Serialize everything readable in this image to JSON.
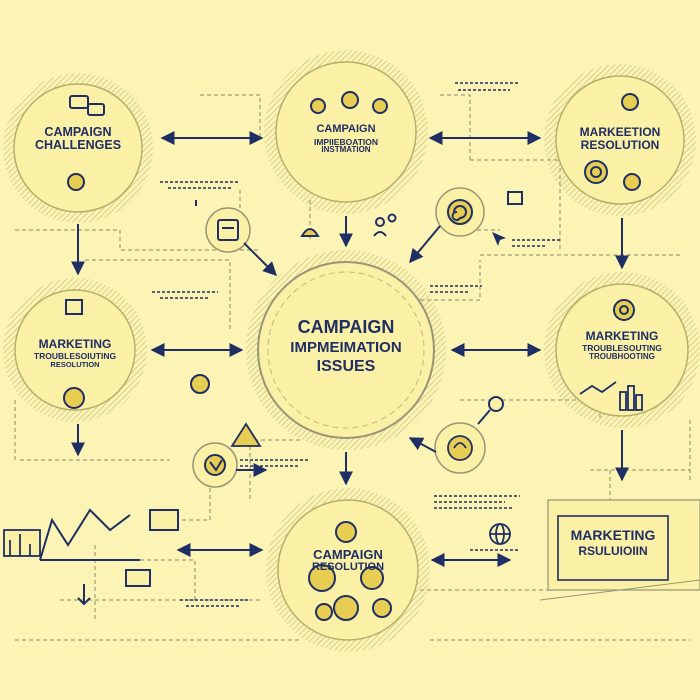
{
  "colors": {
    "background": "#fbf4b4",
    "ink": "#1f2e64",
    "circle_fill": "#fbf1a6",
    "circle_ring": "#c9c07c",
    "accent": "#e7cd52",
    "muted": "#9a9577"
  },
  "nodes": {
    "center": {
      "line1": "CAMPAIGN",
      "line2": "IMPMEIMATION",
      "line3": "ISSUES"
    },
    "top_left": {
      "line1": "CAMPAIGN",
      "line2": "CHALLENGES"
    },
    "top_center": {
      "line1": "CAMPAIGN",
      "line2": "IMPIIEBOATION",
      "line3": "INSTMATION"
    },
    "top_right": {
      "line1": "MARKEETION",
      "line2": "RESOLUTION"
    },
    "mid_left": {
      "line1": "MARKETING",
      "line2": "TROUBLESOIUTING",
      "line3": "RESOLUTION"
    },
    "mid_right": {
      "line1": "MARKETING",
      "line2": "TROUBLESOUTING",
      "line3": "TROUBHOOTING"
    },
    "bottom_center": {
      "line1": "CAMPAIGN",
      "line2": "RESOLUTION"
    },
    "bottom_right_box": {
      "line1": "MARKETING",
      "line2": "RSULUIOIIN"
    }
  },
  "icons": [
    "gear-icon",
    "chat-bubbles-icon",
    "target-icon",
    "clipboard-icon",
    "people-icon",
    "spiral-icon",
    "cursor-icon",
    "bar-chart-icon",
    "globe-icon",
    "document-icon",
    "line-chart-icon",
    "warning-icon",
    "hand-icon",
    "magnifier-icon",
    "lightbulb-icon",
    "arrowhead-icon",
    "light-switch-icon"
  ]
}
